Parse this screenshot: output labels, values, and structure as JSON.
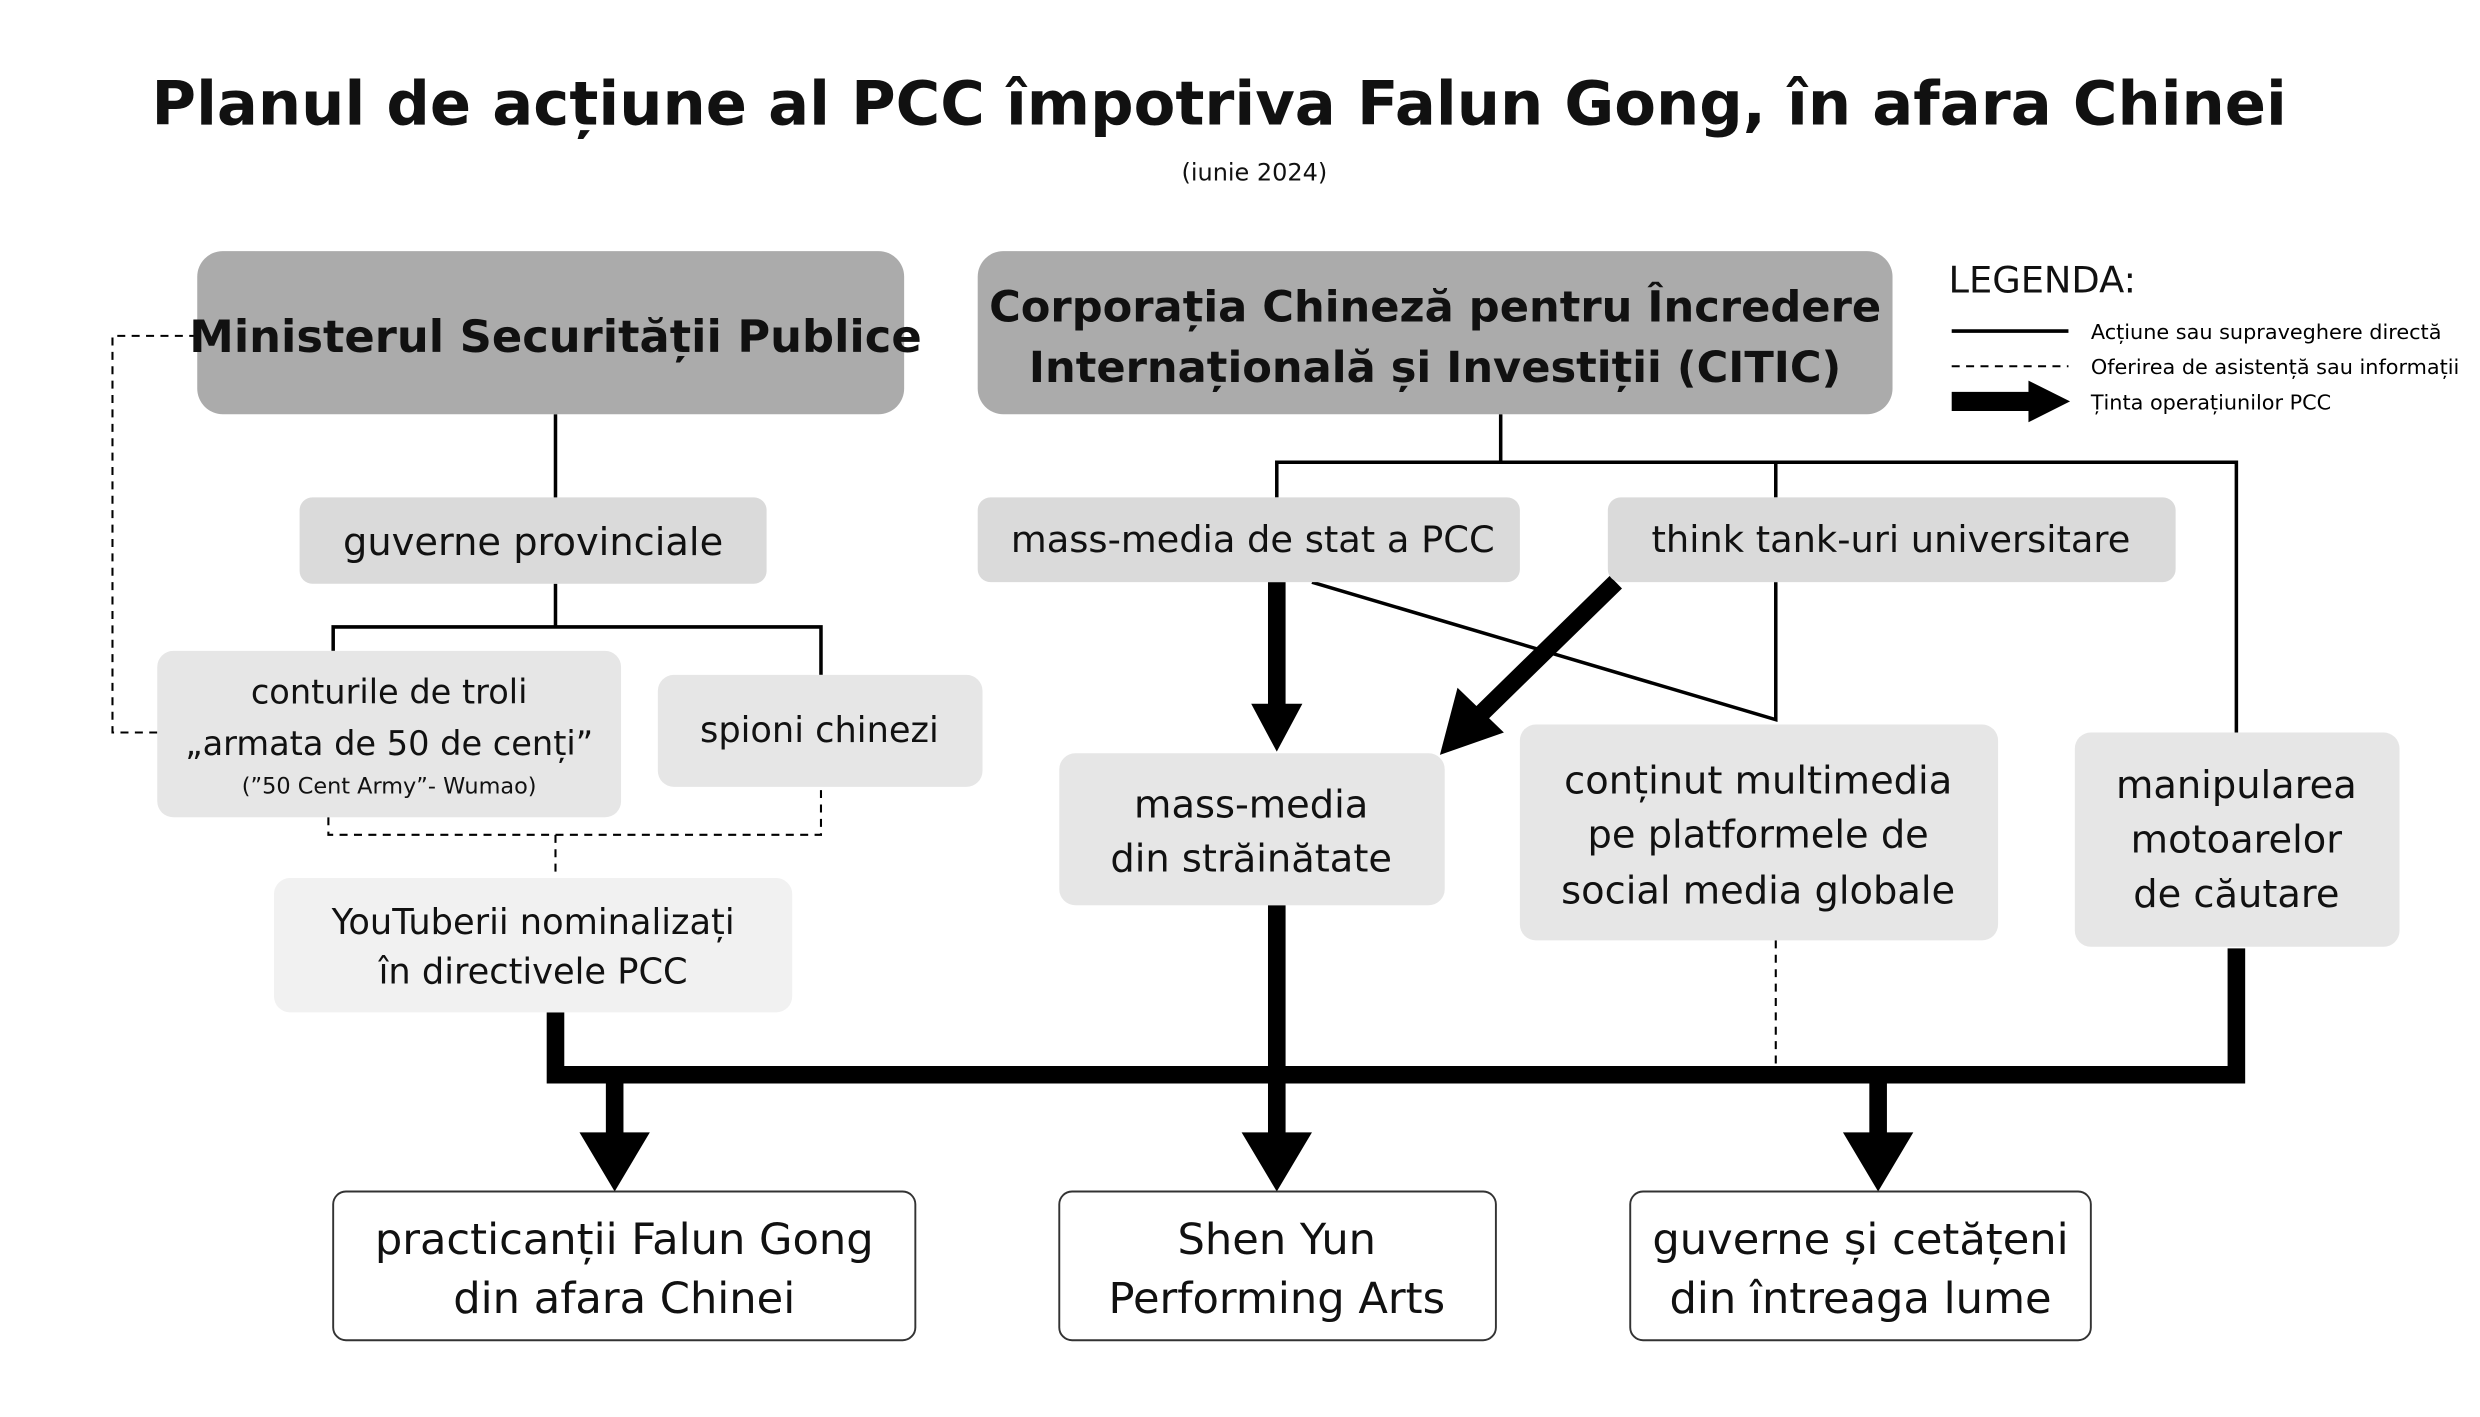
{
  "title": "Planul de acțiune al PCC împotriva  Falun Gong, în  afara Chinei",
  "subtitle": "(iunie 2024)",
  "legend": {
    "heading": "LEGENDA:",
    "items": [
      {
        "type": "solid-line",
        "label": "Acțiune sau supraveghere directă"
      },
      {
        "type": "dashed-line",
        "label": "Oferirea de asistență sau informații"
      },
      {
        "type": "thick-arrow",
        "label": "Ținta operațiunilor PCC"
      }
    ]
  },
  "nodes": {
    "msp": "Ministerul Securității Publice",
    "citic": [
      "Corporația Chineză pentru Încredere",
      "Internațională și Investiții (CITIC)"
    ],
    "provincial": "guverne provinciale",
    "trolls": [
      "conturile de troli",
      "„armata de 50 de cenți”",
      "(”50 Cent Army”- Wumao)"
    ],
    "spies": "spioni chinezi",
    "youtubers": [
      "YouTuberii nominalizați",
      "în directivele PCC"
    ],
    "state_media": "mass-media de stat a PCC",
    "think_tanks": "think tank-uri universitare",
    "foreign_media": [
      "mass-media",
      "din străinătate"
    ],
    "multimedia": [
      "conținut multimedia",
      "pe platformele de",
      "social media globale"
    ],
    "search": [
      "manipularea",
      "motoarelor",
      "de căutare"
    ]
  },
  "targets": [
    [
      "practicanții Falun Gong",
      "din afara Chinei"
    ],
    [
      "Shen Yun",
      "Performing Arts"
    ],
    [
      "guverne și cetățeni",
      "din întreaga lume"
    ]
  ]
}
